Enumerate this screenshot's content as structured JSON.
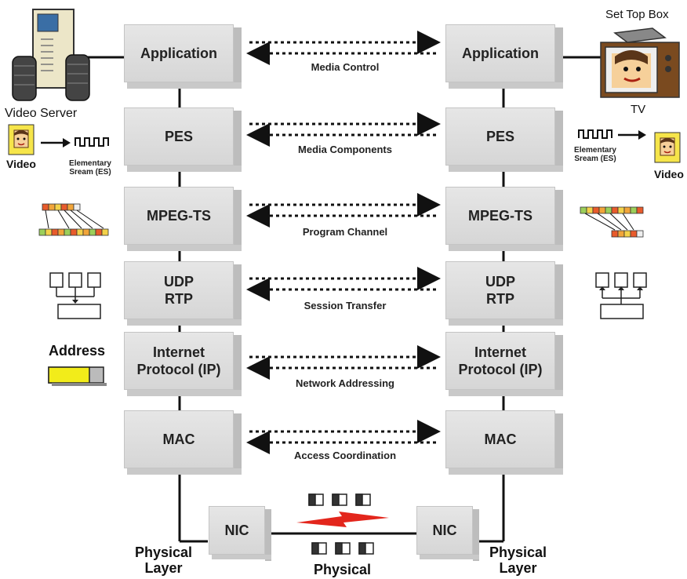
{
  "layers_left": [
    "Application",
    "PES",
    "MPEG-TS",
    "UDP\nRTP",
    "Internet\nProtocol (IP)",
    "MAC"
  ],
  "layers_right": [
    "Application",
    "PES",
    "MPEG-TS",
    "UDP\nRTP",
    "Internet\nProtocol (IP)",
    "MAC"
  ],
  "connections": [
    "Media Control",
    "Media Components",
    "Program Channel",
    "Session Transfer",
    "Network Addressing",
    "Access Coordination"
  ],
  "nic_left": "NIC",
  "nic_right": "NIC",
  "labels": {
    "video_server": "Video Server",
    "set_top_box": "Set Top Box",
    "tv": "TV",
    "video_left": "Video",
    "video_right": "Video",
    "es_left": "Elementary\nSream (ES)",
    "es_right": "Elementary\nSream (ES)",
    "address": "Address",
    "physical_layer_left": "Physical\nLayer",
    "physical_layer_right": "Physical\nLayer",
    "physical": "Physical"
  },
  "colors": {
    "box": "#d9d9d9",
    "arrow": "#222222",
    "address_fill": "#f2ec1a",
    "signal_red": "#e3261c",
    "video_bg": "#f6e54a"
  }
}
